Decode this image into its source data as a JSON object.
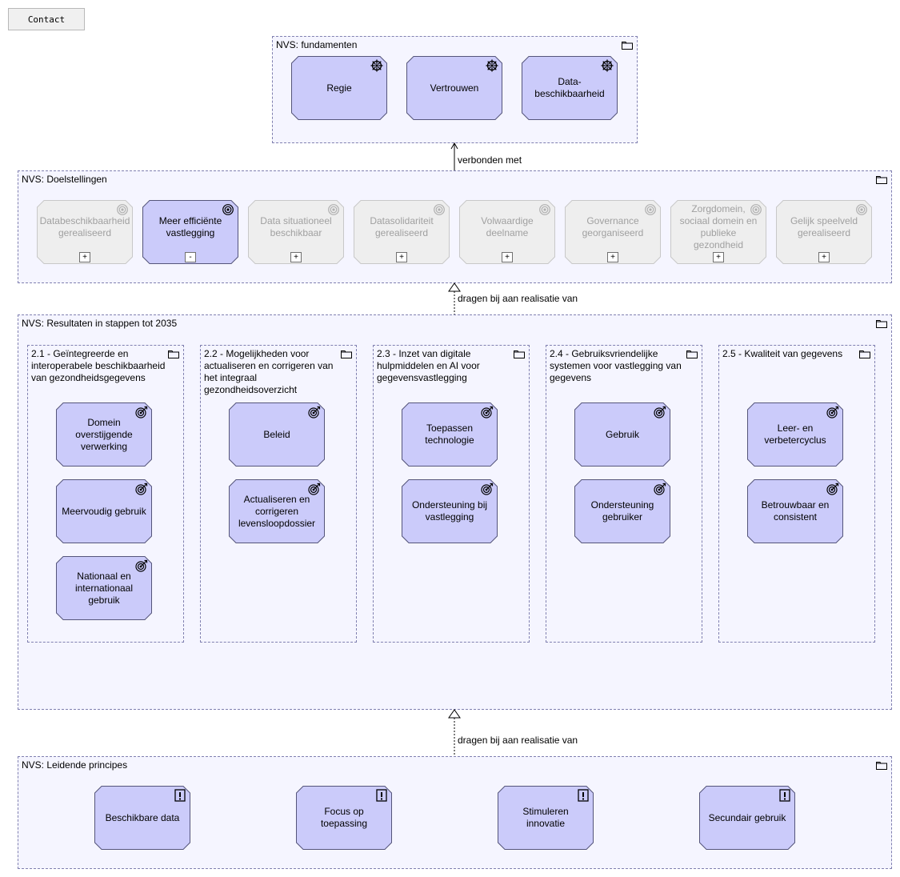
{
  "contact_button": "Contact",
  "groups": {
    "fundamenten": {
      "title": "NVS: fundamenten",
      "elements": [
        "Regie",
        "Vertrouwen",
        "Data-\nbeschikbaarheid"
      ]
    },
    "doelstellingen": {
      "title": "NVS: Doelstellingen",
      "elements": [
        {
          "label": "Databeschikbaarheid gerealiseerd",
          "state": "+",
          "active": false
        },
        {
          "label": "Meer efficiënte vastlegging",
          "state": "-",
          "active": true
        },
        {
          "label": "Data situationeel beschikbaar",
          "state": "+",
          "active": false
        },
        {
          "label": "Datasolidariteit gerealiseerd",
          "state": "+",
          "active": false
        },
        {
          "label": "Volwaardige deelname",
          "state": "+",
          "active": false
        },
        {
          "label": "Governance georganiseerd",
          "state": "+",
          "active": false
        },
        {
          "label": "Zorgdomein, sociaal domein en publieke gezondheid",
          "state": "+",
          "active": false
        },
        {
          "label": "Gelijk speelveld gerealiseerd",
          "state": "+",
          "active": false
        }
      ]
    },
    "resultaten": {
      "title": "NVS: Resultaten in stappen tot 2035",
      "subgroups": [
        {
          "title": "2.1 - Geïntegreerde en interoperabele beschikbaarheid van gezondheidsgegevens",
          "elements": [
            "Domein overstijgende verwerking",
            "Meervoudig gebruik",
            "Nationaal en internationaal gebruik"
          ]
        },
        {
          "title": "2.2 - Mogelijkheden voor actualiseren en corrigeren van het integraal gezondheidsoverzicht",
          "elements": [
            "Beleid",
            "Actualiseren en corrigeren levensloopdossier"
          ]
        },
        {
          "title": "2.3 - Inzet van digitale hulpmiddelen en AI voor gegevensvastlegging",
          "elements": [
            "Toepassen technologie",
            "Ondersteuning bij vastlegging"
          ]
        },
        {
          "title": "2.4 - Gebruiksvriendelijke systemen voor vastlegging van gegevens",
          "elements": [
            "Gebruik",
            "Ondersteuning gebruiker"
          ]
        },
        {
          "title": "2.5 - Kwaliteit van gegevens",
          "elements": [
            "Leer- en verbetercyclus",
            "Betrouwbaar en consistent"
          ]
        }
      ]
    },
    "principes": {
      "title": "NVS: Leidende principes",
      "elements": [
        "Beschikbare data",
        "Focus op toepassing",
        "Stimuleren innovatie",
        "Secundair gebruik"
      ]
    }
  },
  "connections": {
    "fund_doel": "verbonden met",
    "doel_res": "dragen bij aan realisatie van",
    "res_princ": "dragen bij aan realisatie van"
  },
  "icons": {
    "folder": "folder-icon",
    "driver": "driver-icon",
    "goal": "goal-icon",
    "outcome": "outcome-icon",
    "principle": "principle-icon"
  },
  "colors": {
    "element_fill": "#cbcbfa",
    "element_faded_fill": "#eeeeee",
    "group_fill": "#f5f5ff",
    "group_border": "#8080b0"
  }
}
